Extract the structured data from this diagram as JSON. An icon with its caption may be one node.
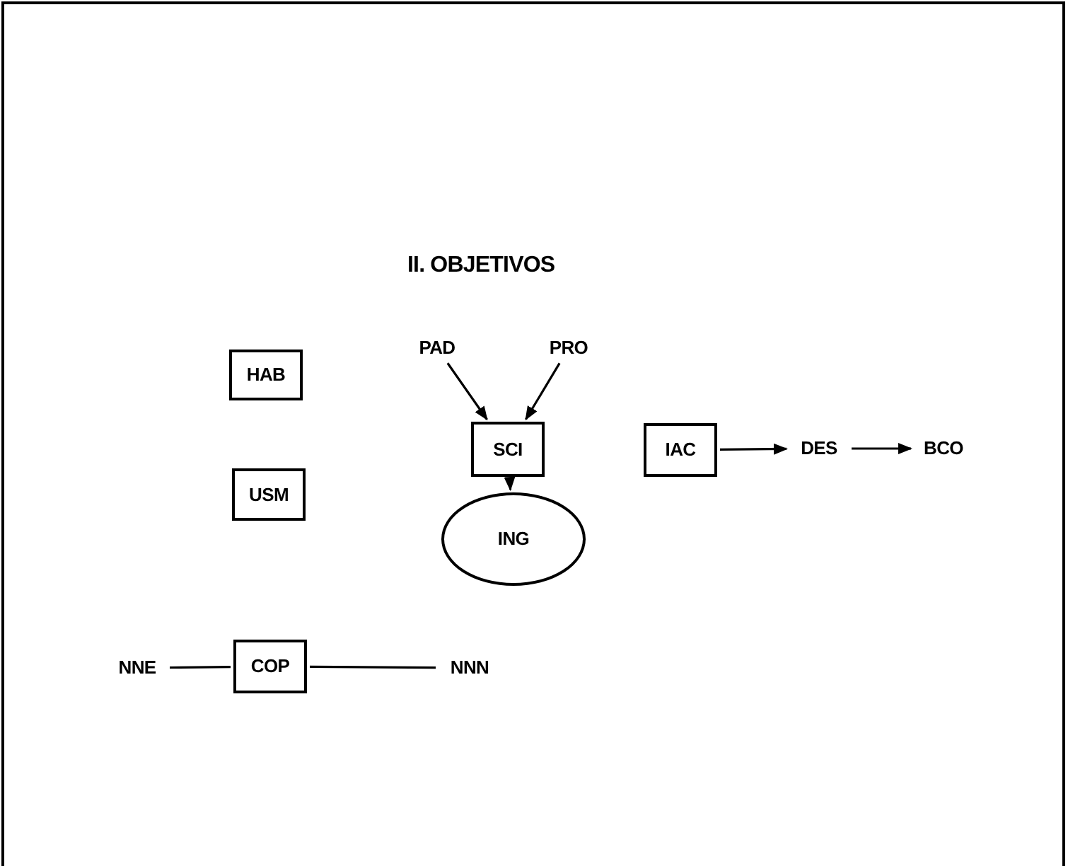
{
  "diagram": {
    "title": "II. OBJETIVOS",
    "nodes": [
      {
        "text": [
          "HAB"
        ]
      },
      {
        "text": [
          "USM"
        ]
      },
      {
        "text": [
          "PAD"
        ]
      },
      {
        "text": [
          "PRO"
        ]
      },
      {
        "text": [
          "SCI"
        ]
      },
      {
        "text": [
          "ING"
        ]
      },
      {
        "text": [
          "IAC"
        ]
      },
      {
        "text": [
          "DES"
        ]
      },
      {
        "text": [
          "BCO"
        ]
      },
      {
        "text": [
          "NNE"
        ]
      },
      {
        "text": [
          "COP"
        ]
      },
      {
        "text": [
          "NNN"
        ]
      }
    ],
    "edges": [
      {
        "from": 2,
        "to": 4,
        "arrow": "to"
      },
      {
        "from": 3,
        "to": 4,
        "arrow": "to"
      },
      {
        "from": 4,
        "to": 5,
        "arrow": "to"
      },
      {
        "from": 6,
        "to": 7,
        "arrow": "to"
      },
      {
        "from": 7,
        "to": 8,
        "arrow": "to"
      },
      {
        "from": 9,
        "to": 10,
        "arrow": "none"
      },
      {
        "from": 10,
        "to": 11,
        "arrow": "none"
      }
    ]
  }
}
